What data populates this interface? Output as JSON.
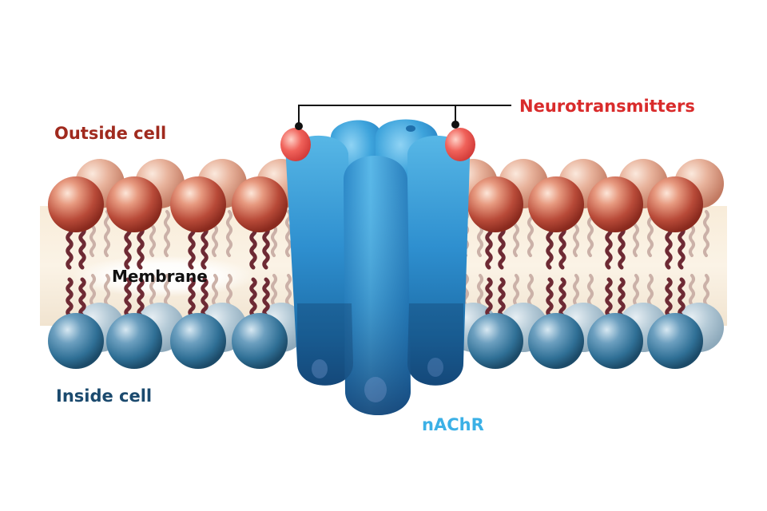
{
  "labels": {
    "outside": "Outside cell",
    "inside": "Inside cell",
    "membrane": "Membrane",
    "neurotransmitters": "Neurotransmitters",
    "receptor": "nAChR"
  },
  "colors": {
    "outside_text": "#a02a1e",
    "inside_text": "#1b4a6e",
    "neuro_text": "#d92b2b",
    "receptor_text": "#3bb0e6",
    "head_outer": "#b84a38",
    "head_inner": "#2f6f95",
    "membrane_band": "#f6ead6",
    "tail": "#6e2a34",
    "receptor_body": "#2e8fcf",
    "neurotransmitter": "#f0625a"
  },
  "icons": {
    "outer_head": "phospholipid-head-sphere",
    "inner_head": "phospholipid-head-sphere",
    "tail": "lipid-tail",
    "receptor": "ion-channel-receptor",
    "ligand": "neurotransmitter-molecule"
  }
}
